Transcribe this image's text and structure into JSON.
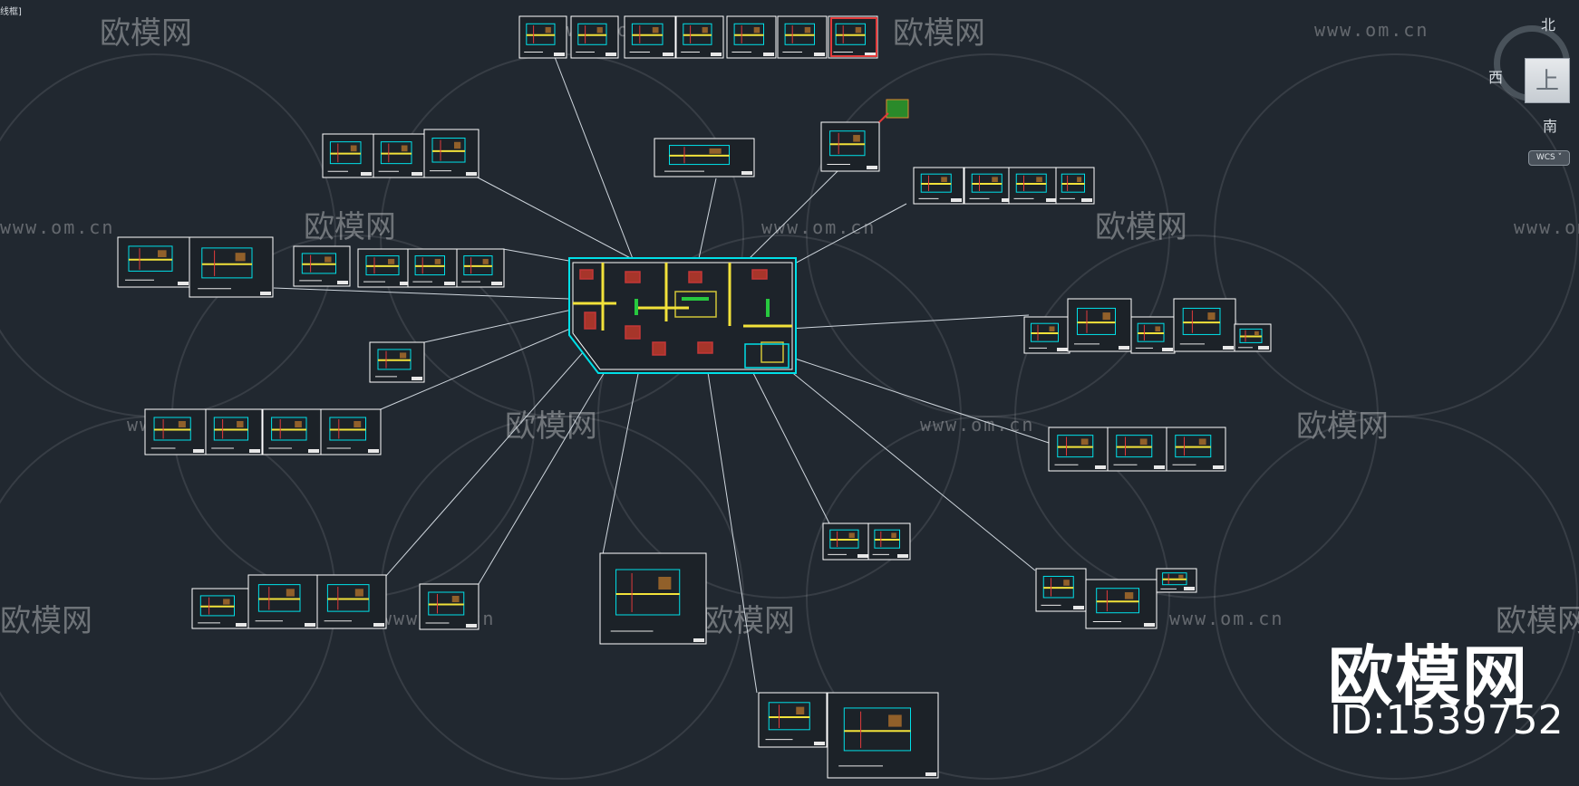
{
  "viewport": {
    "corner_label": "线框]",
    "background": "#212830"
  },
  "viewcube": {
    "north": "北",
    "west": "西",
    "south": "南",
    "top_face": "上",
    "wcs_label": "WCS ˅"
  },
  "watermark": {
    "repeat_text": "欧模网",
    "url_text": "www.om.cn",
    "logo": "欧模网",
    "id": "ID:1539752"
  },
  "colors": {
    "sheet_border": "#ffffff",
    "leader_line": "#cfd6dd",
    "cyan": "#00e0e8",
    "yellow": "#f2e23a",
    "red": "#e23b3b",
    "green": "#27c93f",
    "orange": "#e08a2c"
  }
}
